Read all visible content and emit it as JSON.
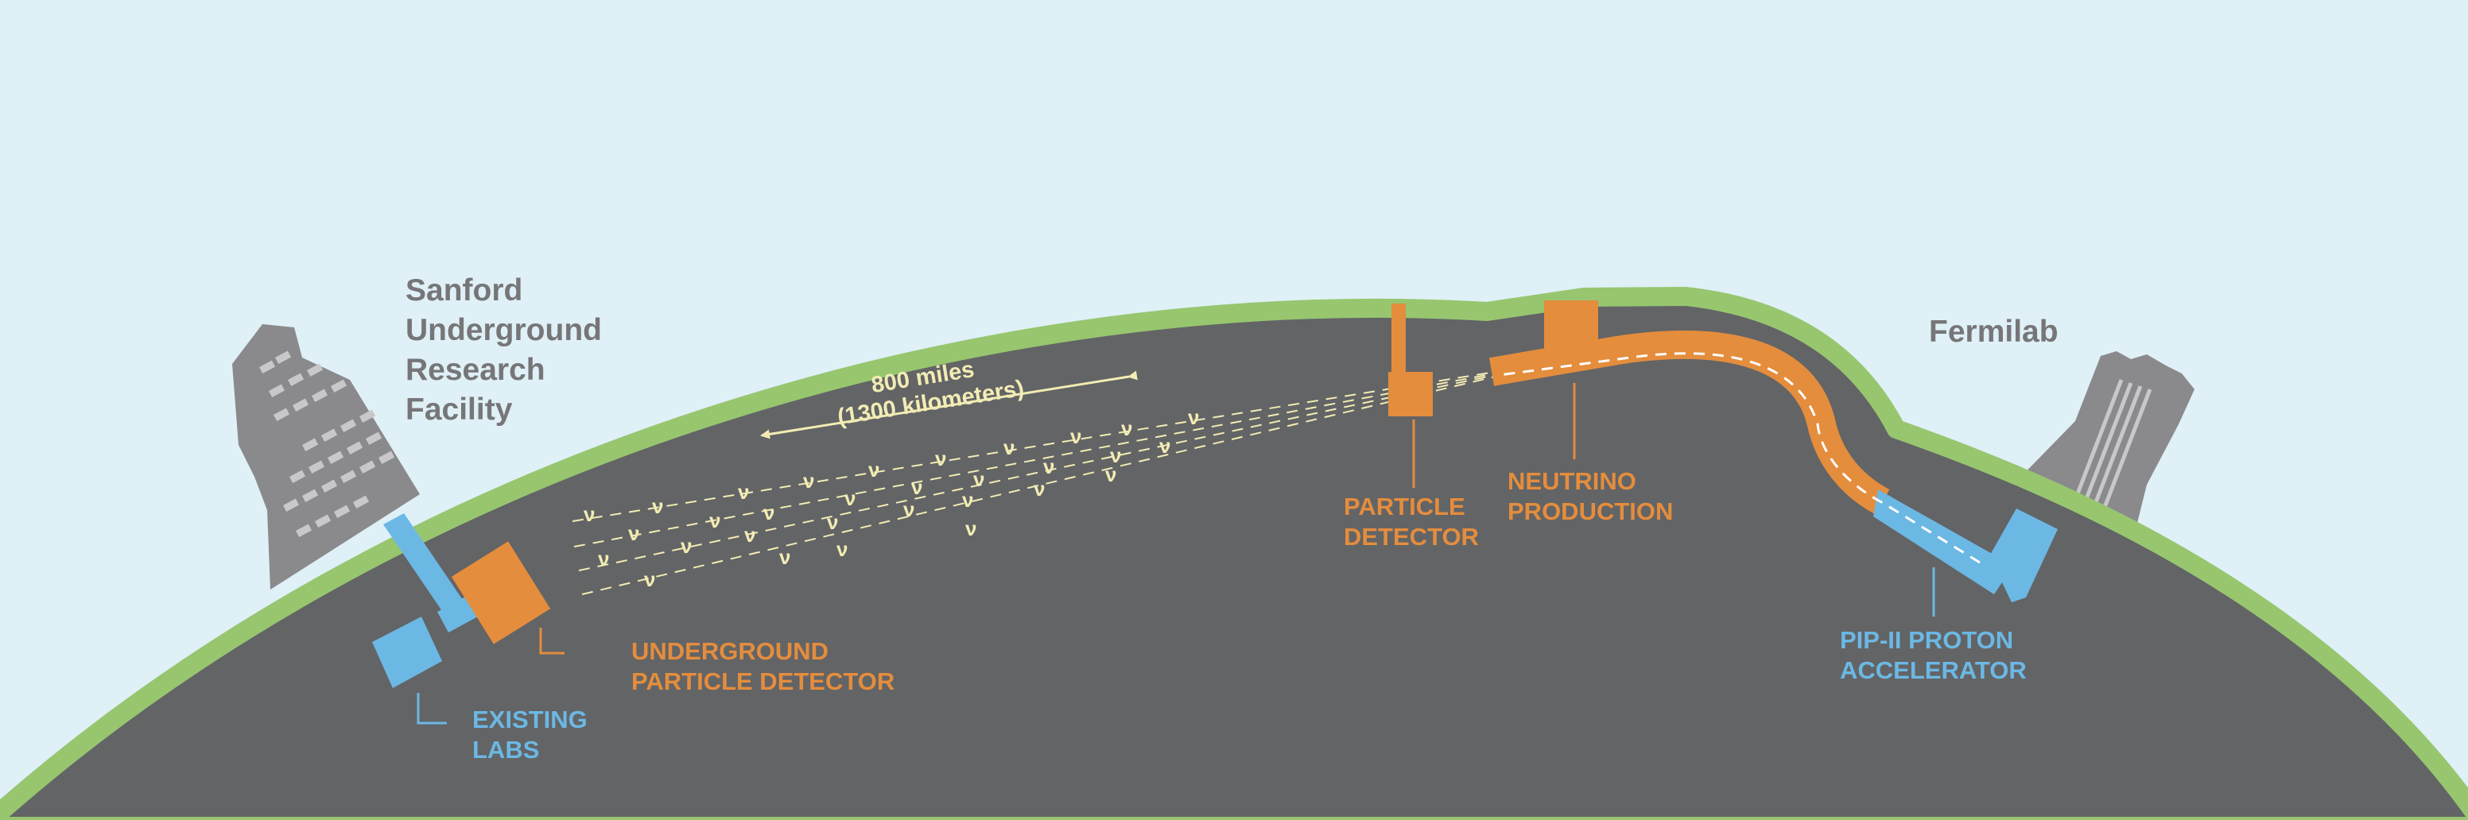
{
  "colors": {
    "sky": "#dff0f7",
    "earth": "#636466",
    "surface": "#97c66f",
    "orange": "#e48d3d",
    "blue": "#6cb8e4",
    "gray_label": "#767678",
    "building": "#8a8a8c",
    "beam": "#f2ecb4",
    "window": "#c8c8ca"
  },
  "labels": {
    "sanford": [
      "Sanford",
      "Underground",
      "Research",
      "Facility"
    ],
    "fermilab": "Fermilab",
    "distance_miles": "800 miles",
    "distance_km": "(1300 kilometers)",
    "particle_detector": [
      "PARTICLE",
      "DETECTOR"
    ],
    "neutrino_production": [
      "NEUTRINO",
      "PRODUCTION"
    ],
    "underground_detector": [
      "UNDERGROUND",
      "PARTICLE DETECTOR"
    ],
    "existing_labs": [
      "EXISTING",
      "LABS"
    ],
    "pip_ii": [
      "PIP-II PROTON",
      "ACCELERATOR"
    ],
    "neutrino_symbol": "ν"
  }
}
